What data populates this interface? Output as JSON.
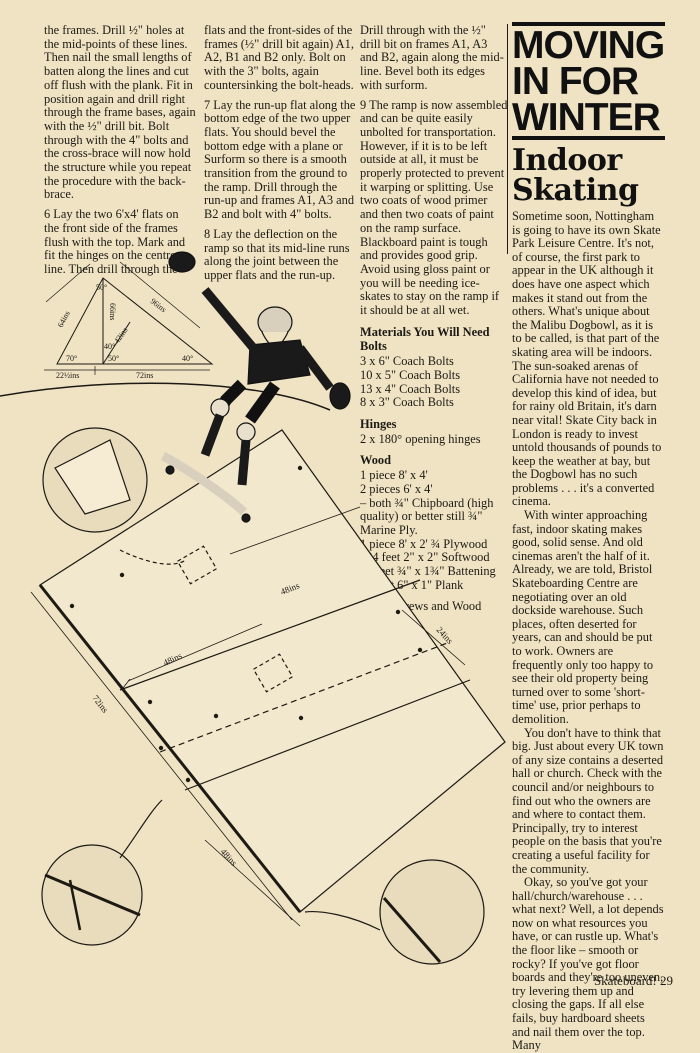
{
  "col1": {
    "p1": "the frames. Drill ½\" holes at the mid-points of these lines. Then nail the small lengths of batten along the lines and cut off flush with the plank. Fit in position again and drill right through the frame bases, again with the ½\" drill bit. Bolt through with the 4\" bolts and the cross-brace will now hold the structure while you repeat the procedure with the back-brace.",
    "p2": "6 Lay the two 6'x4' flats on the front side of the frames flush with the top. Mark and fit the hinges on the centre-line. Then drill through the"
  },
  "col2": {
    "p1": "flats and the front-sides of the frames (½\" drill bit again) A1, A2, B1 and B2 only. Bolt on with the 3\" bolts, again countersinking the bolt-heads.",
    "p2": "7 Lay the run-up flat along the bottom edge of the two upper flats. You should bevel the bottom edge with a plane or Surform so there is a smooth transition from the ground to the ramp. Drill through the run-up and frames A1, A3 and B2 and bolt with 4\" bolts.",
    "p3": "8 Lay the deflection on the ramp so that its mid-line runs along the joint between the upper flats and the run-up."
  },
  "col3": {
    "p1": "Drill through with the ½\" drill bit on frames A1, A3 and B2, again along the mid-line. Bevel both its edges with surform.",
    "p2": "9 The ramp is now assembled and can be quite easily unbolted for transportation. However, if it is to be left outside at all, it must be properly protected to prevent it warping or splitting. Use two coats of wood primer and then two coats of paint on the ramp surface. Blackboard paint is tough and provides good grip. Avoid using gloss paint or you will be needing ice-skates to stay on the ramp if it should be at all wet.",
    "materials_title": "Materials You Will Need",
    "bolts_head": "Bolts",
    "bolts": [
      "3 x 6\" Coach Bolts",
      "10 x 5\" Coach Bolts",
      "13 x 4\" Coach Bolts",
      "8 x 3\" Coach Bolts"
    ],
    "hinges_head": "Hinges",
    "hinges": [
      "2 x 180° opening hinges"
    ],
    "wood_head": "Wood",
    "wood": [
      "1 piece 8' x 4'",
      "2 pieces 6' x 4'",
      "– both ¾\" Chipboard (high quality) or better still ¾\" Marine Ply.",
      "1 piece 8' x 2' ¾ Plywood",
      "124 feet 2\" x 2\" Softwood",
      "10 feet ¾\" x 1¾\" Battening",
      "18 feet 6\" x 1\" Plank"
    ],
    "nails": "Nails, Screws and Wood Glue."
  },
  "col4": {
    "banner_line1": "MOVING",
    "banner_line2": "IN FOR",
    "banner_line3": "WINTER",
    "subhead_line1": "Indoor",
    "subhead_line2": "Skating",
    "p1": "Sometime soon, Nottingham is going to have its own Skate Park Leisure Centre. It's not, of course, the first park to appear in the UK although it does have one aspect which makes it stand out from the others. What's unique about the Malibu Dogbowl, as it is to be called, is that part of the skating area will be indoors. The sun-soaked arenas of California have not needed to develop this kind of idea, but for rainy old Britain, it's darn near vital! Skate City back in London is ready to invest untold thousands of pounds to keep the weather at bay, but the Dogbowl has no such problems . . . it's a converted cinema.",
    "p2": "With winter approaching fast, indoor skating makes good, solid sense. And old cinemas aren't the half of it. Already, we are told, Bristol Skateboarding Centre are negotiating over an old dockside warehouse. Such places, often deserted for years, can and should be put to work. Owners are frequently only too happy to see their old property being turned over to some 'short-time' use, prior perhaps to demolition.",
    "p3": "You don't have to think that big. Just about every UK town of any size contains a deserted hall or church. Check with the council and/or neighbours to find out who the owners are and where to contact them. Principally, try to interest people on the basis that you're creating a useful facility for the community.",
    "p4": "Okay, so you've got your hall/church/warehouse . . . what next? Well, a lot depends now on what resources you have, or can rustle up. What's the floor like – smooth or rocky? If you've got floor boards and they're too uneven, try levering them up and closing the gaps. If all else fails, buy hardboard sheets and nail them over the top. Many"
  },
  "diagram_labels": {
    "tri_left": "64ins",
    "tri_hyp": "96ins",
    "tri_top_angle": "50°",
    "tri_mid": "66ins",
    "tri_diag": "42ins",
    "tri_ang_a": "40°",
    "tri_ang_b": "50°",
    "tri_ang_c": "70°",
    "tri_ang_d": "40°",
    "tri_base_left": "22½ins",
    "tri_base_right": "72ins",
    "ramp_48_top": "48ins",
    "ramp_48_left": "48ins",
    "ramp_24": "24ins",
    "ramp_72": "72ins",
    "ramp_48_bottom": "48ins"
  },
  "footer": "Skateboard! 29"
}
